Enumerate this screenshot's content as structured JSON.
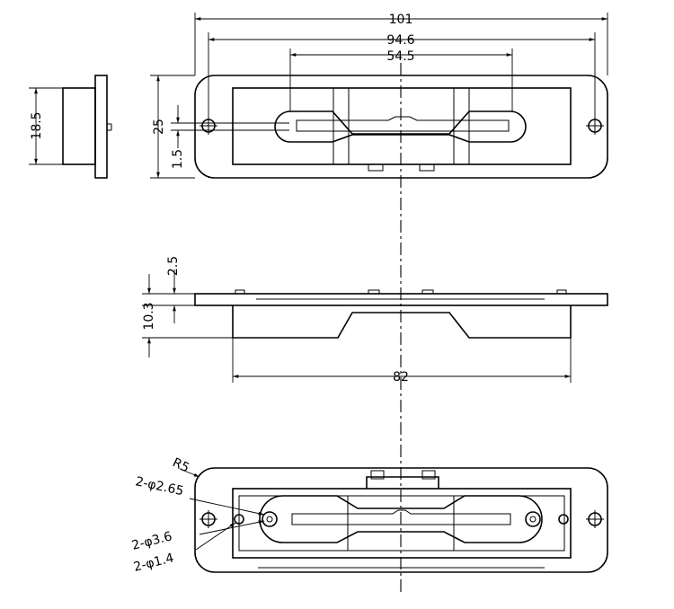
{
  "drawing": {
    "dimensions": {
      "overall_length": "101",
      "hole_pitch": "94.6",
      "slot_span": "54.5",
      "side_height": "18.5",
      "plate_height": "25",
      "slot_offset": "1.5",
      "plate_thickness": "2.5",
      "body_depth": "10.3",
      "body_length": "82",
      "corner_radius": "R5",
      "hole_a": "2-φ2.65",
      "hole_b": "2-φ3.6",
      "hole_c": "2-φ1.4"
    }
  }
}
